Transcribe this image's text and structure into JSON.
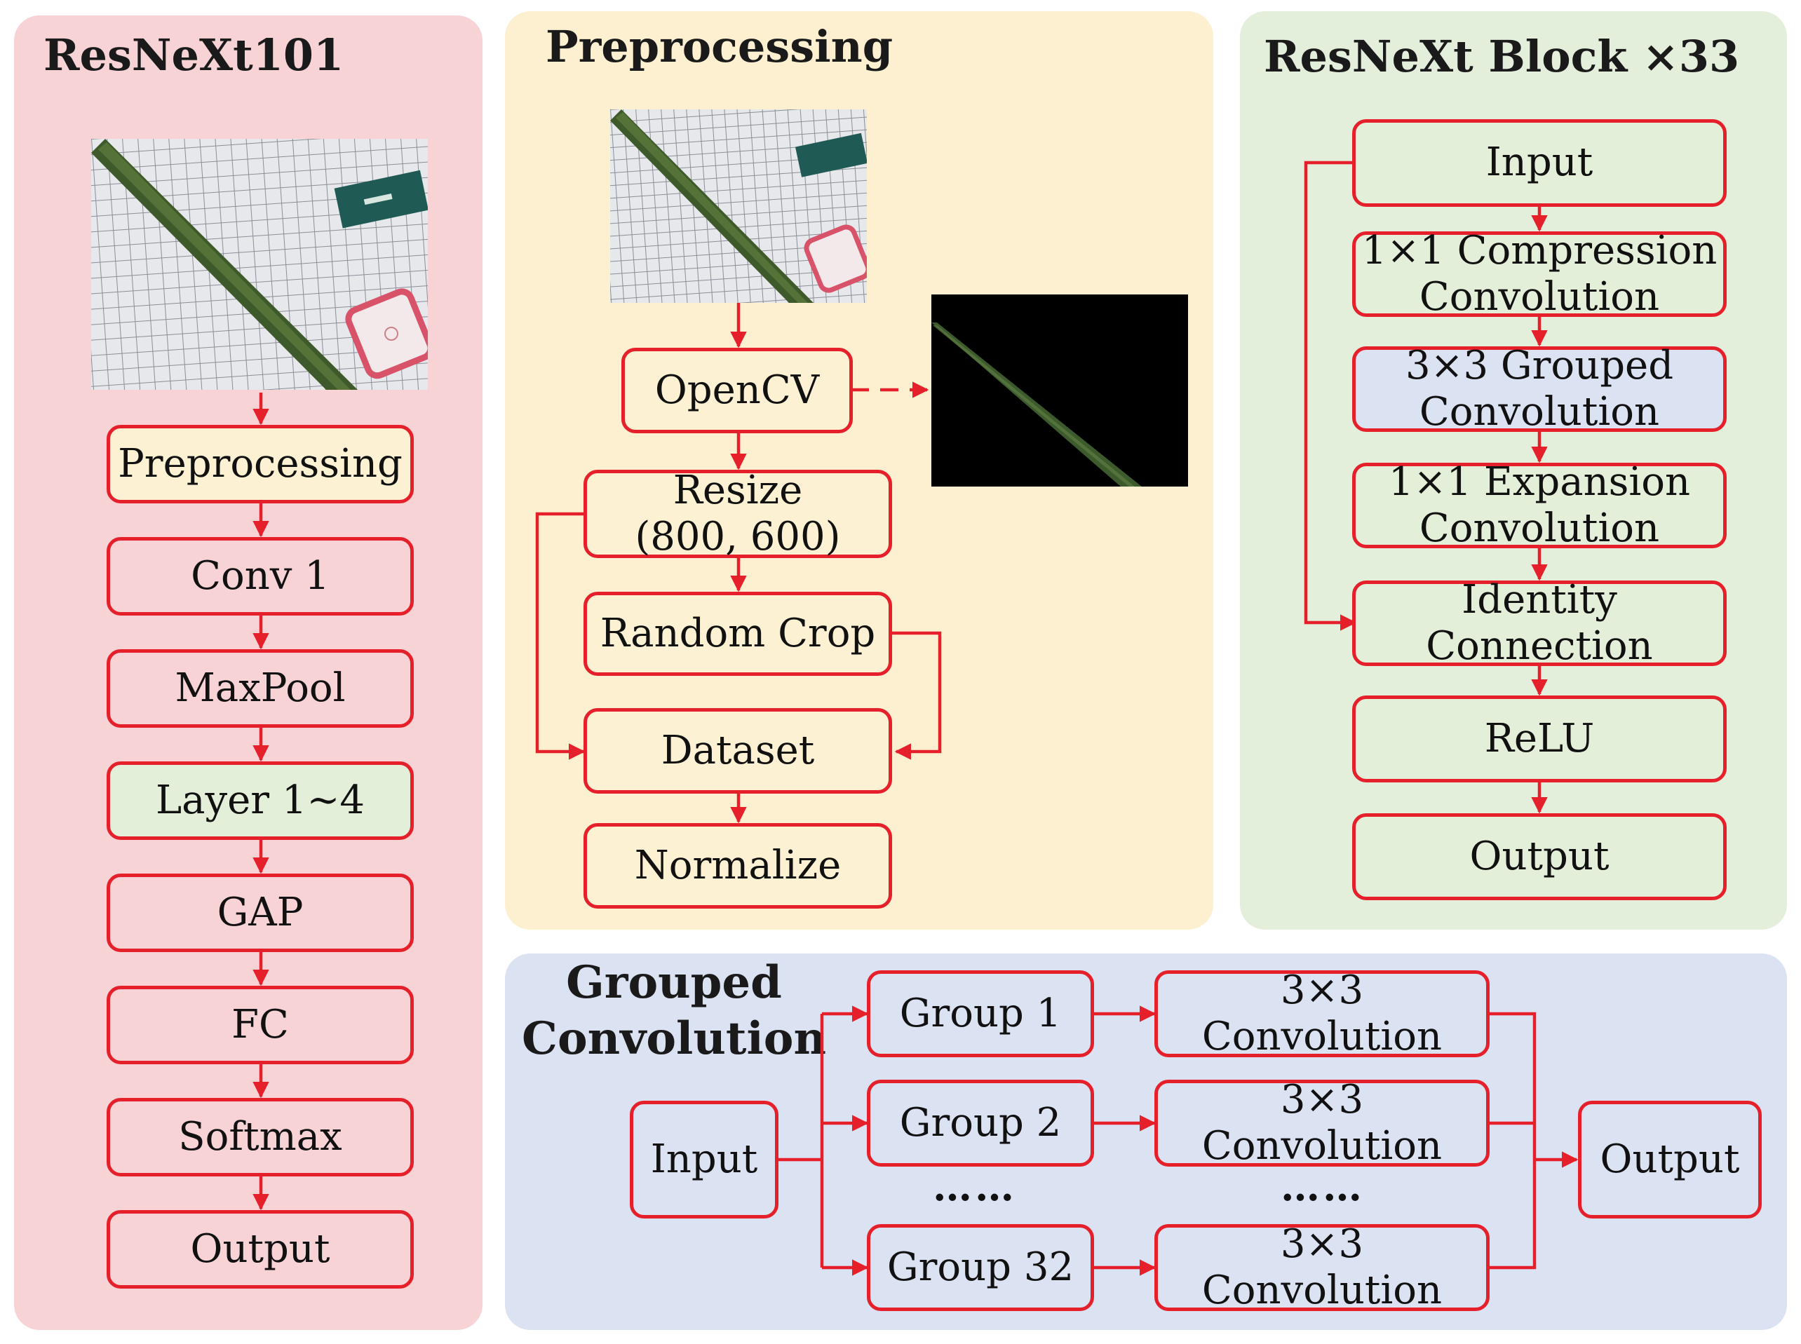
{
  "colors": {
    "red": "#e5202a",
    "resnext_panel": "#f8d3d5",
    "preproc_panel": "#fdf0d0",
    "block_panel": "#e3eedb",
    "grouped_panel": "#dbe2f2",
    "box_yellow": "#fdf1d3",
    "box_green": "#e3efd9",
    "box_blue": "#dbe2f2"
  },
  "resnext101": {
    "title": "ResNeXt101",
    "image": "leaf-on-grid-photo",
    "steps": [
      "Preprocessing",
      "Conv 1",
      "MaxPool",
      "Layer 1~4",
      "GAP",
      "FC",
      "Softmax",
      "Output"
    ]
  },
  "preprocessing": {
    "title": "Preprocessing",
    "image": "leaf-on-grid-photo",
    "segmented_image": "segmented-leaf-black-background",
    "opencv": "OpenCV",
    "resize": "Resize\n(800, 600)",
    "random_crop": "Random Crop",
    "dataset": "Dataset",
    "normalize": "Normalize"
  },
  "resnext_block": {
    "title": "ResNeXt Block ×33",
    "input": "Input",
    "compression": "1×1 Compression\nConvolution",
    "grouped": "3×3 Grouped\nConvolution",
    "expansion": "1×1 Expansion\nConvolution",
    "identity": "Identity\nConnection",
    "relu": "ReLU",
    "output": "Output"
  },
  "grouped_convolution": {
    "title": "Grouped\nConvolution",
    "input": "Input",
    "output": "Output",
    "groups": [
      "Group 1",
      "Group 2",
      "Group 32"
    ],
    "conv_label": "3×3\nConvolution",
    "ellipsis": "……"
  }
}
